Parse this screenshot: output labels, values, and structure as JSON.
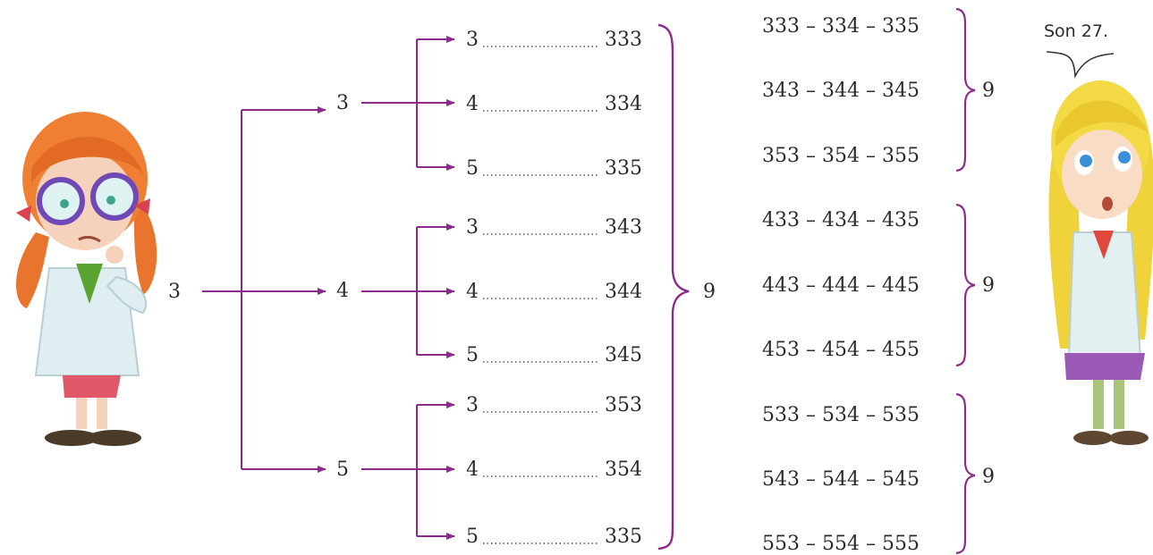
{
  "diagram": {
    "root": "3",
    "level2": [
      "3",
      "4",
      "5"
    ],
    "leaves": [
      {
        "digit": "3",
        "number": "333"
      },
      {
        "digit": "4",
        "number": "334"
      },
      {
        "digit": "5",
        "number": "335"
      },
      {
        "digit": "3",
        "number": "343"
      },
      {
        "digit": "4",
        "number": "344"
      },
      {
        "digit": "5",
        "number": "345"
      },
      {
        "digit": "3",
        "number": "353"
      },
      {
        "digit": "4",
        "number": "354"
      },
      {
        "digit": "5",
        "number": "335"
      }
    ],
    "tree_total": "9",
    "group_rows": [
      "333 – 334 – 335",
      "343 – 344 – 345",
      "353 – 354 – 355",
      "433 – 434 – 435",
      "443 – 444 – 445",
      "453 – 454 – 455",
      "533 – 534 – 535",
      "543 – 544 – 545",
      "553 – 554 – 555"
    ],
    "group_totals": [
      "9",
      "9",
      "9"
    ],
    "speech": "Son 27.",
    "colors": {
      "arrow": "#8e2a8e",
      "text": "#2b2b2b"
    },
    "characters": [
      "girl-with-glasses",
      "blonde-girl"
    ]
  }
}
